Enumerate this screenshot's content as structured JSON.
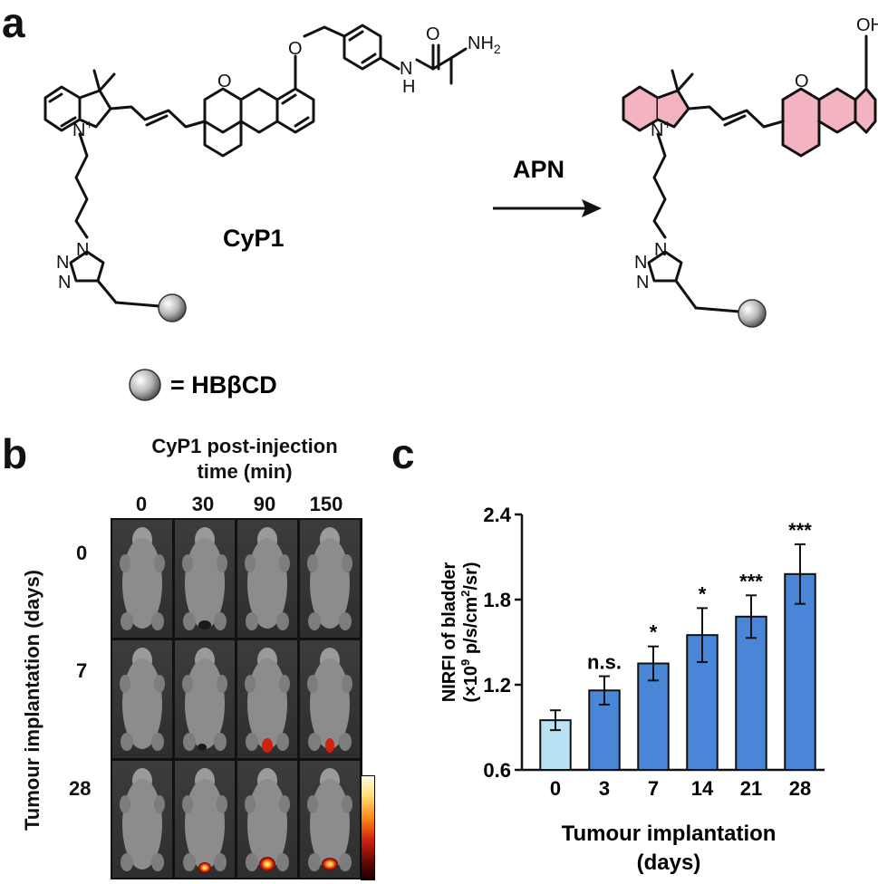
{
  "panels": {
    "a": "a",
    "b": "b",
    "c": "c"
  },
  "scheme": {
    "probe_name": "CyP1",
    "enzyme_label": "APN",
    "legend_eq": "= HBβCD",
    "atoms": {
      "O": "O",
      "N": "N",
      "H": "H",
      "NH2": "NH",
      "NH2_sub": "2",
      "OH": "OH",
      "Nplus": "N",
      "plus": "+"
    },
    "colors": {
      "highlight": "#f3b3c0"
    }
  },
  "panel_b": {
    "title_line1": "CyP1 post-injection",
    "title_line2": "time (min)",
    "time_labels": [
      "0",
      "30",
      "90",
      "150"
    ],
    "row_axis_label": "Tumour implantation (days)",
    "row_labels": [
      "0",
      "7",
      "28"
    ]
  },
  "chart_data": {
    "type": "bar",
    "categories": [
      "0",
      "3",
      "7",
      "14",
      "21",
      "28"
    ],
    "values": [
      0.95,
      1.16,
      1.35,
      1.55,
      1.68,
      1.98
    ],
    "errors": [
      0.07,
      0.1,
      0.12,
      0.19,
      0.15,
      0.21
    ],
    "significance": [
      "",
      "n.s.",
      "*",
      "*",
      "***",
      "***"
    ],
    "ylabel_line1": "NIRFI of bladder",
    "ylabel_line2_pre": "(×10",
    "ylabel_line2_sup1": "9",
    "ylabel_line2_mid": " p/s/cm",
    "ylabel_line2_sup2": "2",
    "ylabel_line2_post": "/sr)",
    "xlabel_line1": "Tumour implantation",
    "xlabel_line2": "(days)",
    "ylim": [
      0.6,
      2.4
    ],
    "yticks": [
      "0.6",
      "1.2",
      "1.8",
      "2.4"
    ],
    "colors": [
      "#b9e3f5",
      "#4a86d8",
      "#4a86d8",
      "#4a86d8",
      "#4a86d8",
      "#4a86d8"
    ]
  }
}
